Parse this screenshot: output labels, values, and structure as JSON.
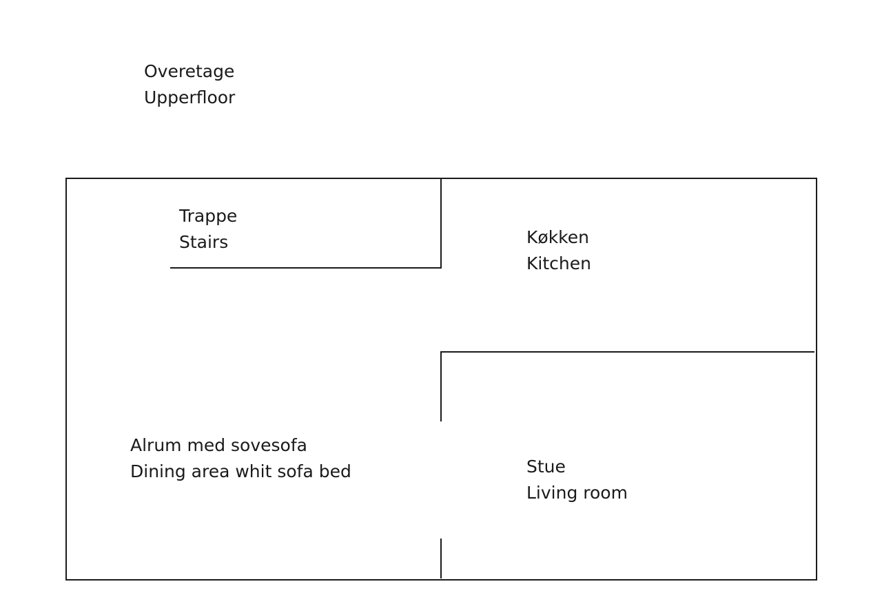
{
  "floor": {
    "title_da": "Overetage",
    "title_en": "Upperfloor"
  },
  "rooms": {
    "stairs": {
      "da": "Trappe",
      "en": "Stairs"
    },
    "kitchen": {
      "da": "Køkken",
      "en": "Kitchen"
    },
    "dining": {
      "da": "Alrum med sovesofa",
      "en": "Dining area whit sofa bed"
    },
    "living": {
      "da": "Stue",
      "en": "Living room"
    }
  },
  "colors": {
    "line": "#1a1a1a",
    "background": "#ffffff"
  }
}
